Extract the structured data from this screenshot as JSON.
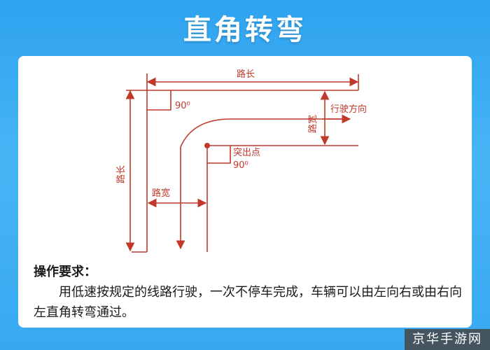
{
  "title": "直角转弯",
  "diagram": {
    "labels": {
      "road_length_top": "路长",
      "road_length_left": "路长",
      "angle_top": "90⁰",
      "angle_bottom": "90⁰",
      "driving_direction": "行驶方向",
      "road_width_right": "路宽",
      "road_width_bottom": "路宽",
      "protruding_point": "突出点"
    },
    "colors": {
      "line": "#c0392b",
      "text": "#c0392b"
    }
  },
  "instructions": {
    "heading": "操作要求：",
    "body": "用低速按规定的线路行驶，一次不停车完成，车辆可以由左向右或由右向左直角转弯通过。"
  },
  "watermark": "京华手游网"
}
